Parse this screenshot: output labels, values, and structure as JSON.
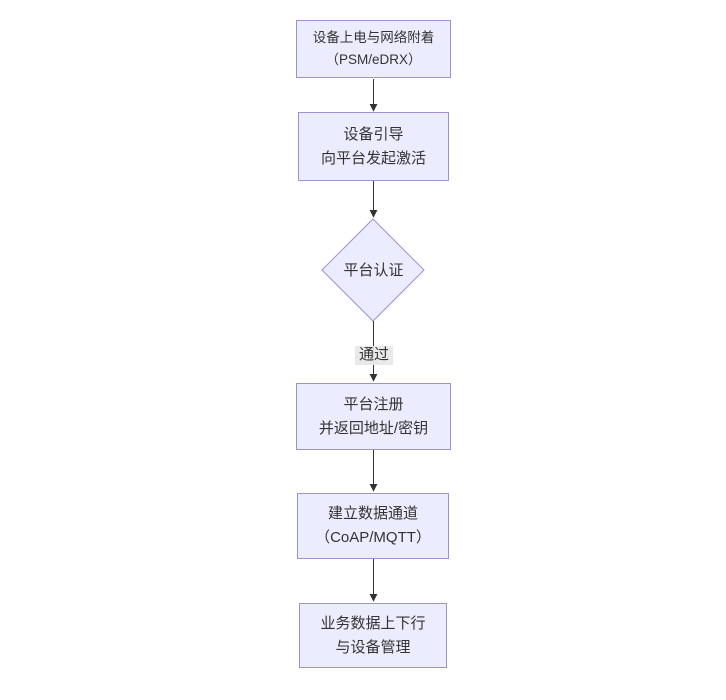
{
  "diagram": {
    "type": "flowchart",
    "direction": "top-down",
    "colors": {
      "background": "#ffffff",
      "node_fill": "#ECECFF",
      "node_border": "#9370DB",
      "edge_stroke": "#333333",
      "text": "#333333",
      "edge_label_bg": "#e8e8e8"
    },
    "nodes": [
      {
        "id": "A",
        "shape": "rect",
        "line1": "设备上电与网络附着",
        "line2": "（PSM/eDRX）"
      },
      {
        "id": "B",
        "shape": "rect",
        "line1": "设备引导",
        "line2": "向平台发起激活"
      },
      {
        "id": "C",
        "shape": "diamond",
        "line1": "平台认证",
        "line2": ""
      },
      {
        "id": "D",
        "shape": "rect",
        "line1": "平台注册",
        "line2": "并返回地址/密钥"
      },
      {
        "id": "E",
        "shape": "rect",
        "line1": "建立数据通道",
        "line2": "（CoAP/MQTT）"
      },
      {
        "id": "F",
        "shape": "rect",
        "line1": "业务数据上下行",
        "line2": "与设备管理"
      }
    ],
    "edges": [
      {
        "from": "A",
        "to": "B",
        "label": ""
      },
      {
        "from": "B",
        "to": "C",
        "label": ""
      },
      {
        "from": "C",
        "to": "D",
        "label": "通过"
      },
      {
        "from": "D",
        "to": "E",
        "label": ""
      },
      {
        "from": "E",
        "to": "F",
        "label": ""
      }
    ]
  }
}
